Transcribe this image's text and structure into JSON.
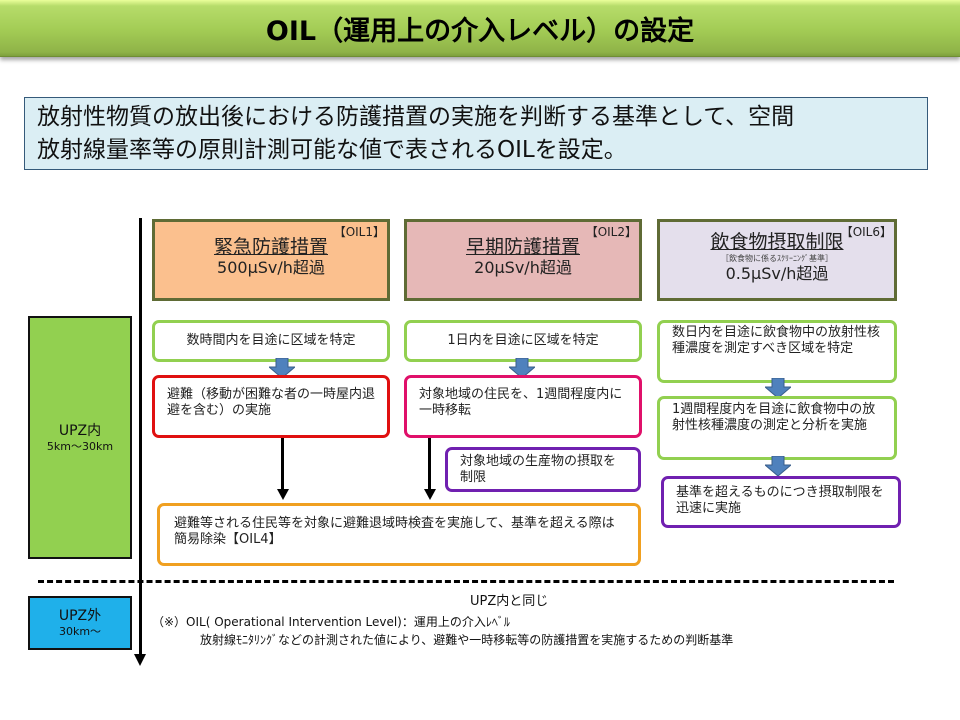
{
  "title": "OIL（運用上の介入レベル）の設定",
  "summary": {
    "line1": "放射性物質の放出後における防護措置の実施を判断する基準として、空間",
    "line2": "放射線量率等の原則計測可能な値で表されるOILを設定。"
  },
  "columns": [
    {
      "tag": "【OIL1】",
      "name": "緊急防護措置",
      "value": "500μSv/h超過",
      "color": "#fbc08e",
      "steps": [
        {
          "text": "数時間内を目途に区域を特定",
          "border": "green"
        },
        {
          "text": "避難（移動が困難な者の一時屋内退避を含む）の実施",
          "border": "red"
        }
      ]
    },
    {
      "tag": "【OIL2】",
      "name": "早期防護措置",
      "value": "20μSv/h超過",
      "color": "#e6b8b7",
      "steps": [
        {
          "text": "1日内を目途に区域を特定",
          "border": "green"
        },
        {
          "text": "対象地域の住民を、1週間程度内に一時移転",
          "border": "pink"
        },
        {
          "text": "対象地域の生産物の摂取を制限",
          "border": "purple"
        }
      ]
    },
    {
      "tag": "【OIL6】",
      "name": "飲食物摂取制限",
      "subtitle": "［飲食物に係るｽｸﾘｰﾆﾝｸﾞ基準］",
      "value": "0.5μSv/h超過",
      "color": "#e4dfec",
      "steps": [
        {
          "text": "数日内を目途に飲食物中の放射性核種濃度を測定すべき区域を特定",
          "border": "green"
        },
        {
          "text": "1週間程度内を目途に飲食物中の放射性核種濃度の測定と分析を実施",
          "border": "green"
        },
        {
          "text": "基準を超えるものにつき摂取制限を迅速に実施",
          "border": "purple"
        }
      ]
    }
  ],
  "combined_step": "避難等される住民等を対象に避難退域時検査を実施して、基準を超える際は簡易除染【OIL4】",
  "zones": {
    "inside": {
      "name": "UPZ内",
      "range": "5km〜30km",
      "color": "#92d050"
    },
    "outside": {
      "name": "UPZ外",
      "range": "30km〜",
      "color": "#1fb0ea",
      "note": "UPZ内と同じ"
    }
  },
  "footnote": {
    "line1": "（※）OIL( Operational Intervention Level)：運用上の介入ﾚﾍﾞﾙ",
    "line2": "放射線ﾓﾆﾀﾘﾝｸﾞなどの計測された値により、避難や一時移転等の防護措置を実施するための判断基準"
  }
}
